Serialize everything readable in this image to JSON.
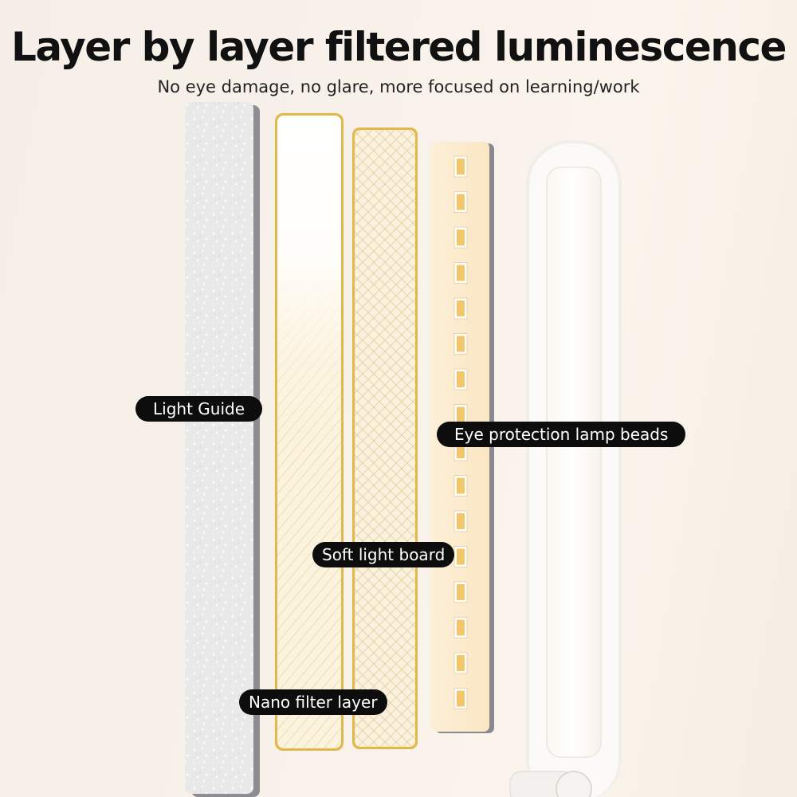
{
  "header": {
    "title": "Layer by layer filtered luminescence",
    "subtitle": "No eye damage, no glare, more focused on learning/work"
  },
  "labels": {
    "light_guide": "Light Guide",
    "eye_protection": "Eye protection lamp beads",
    "soft_light": "Soft light board",
    "nano_filter": "Nano filter layer"
  },
  "colors": {
    "gold_edge": "#e2b84a",
    "bead": "#f3c66a",
    "label_bg": "#0d0d0d"
  },
  "lamp_bead_count": 16
}
